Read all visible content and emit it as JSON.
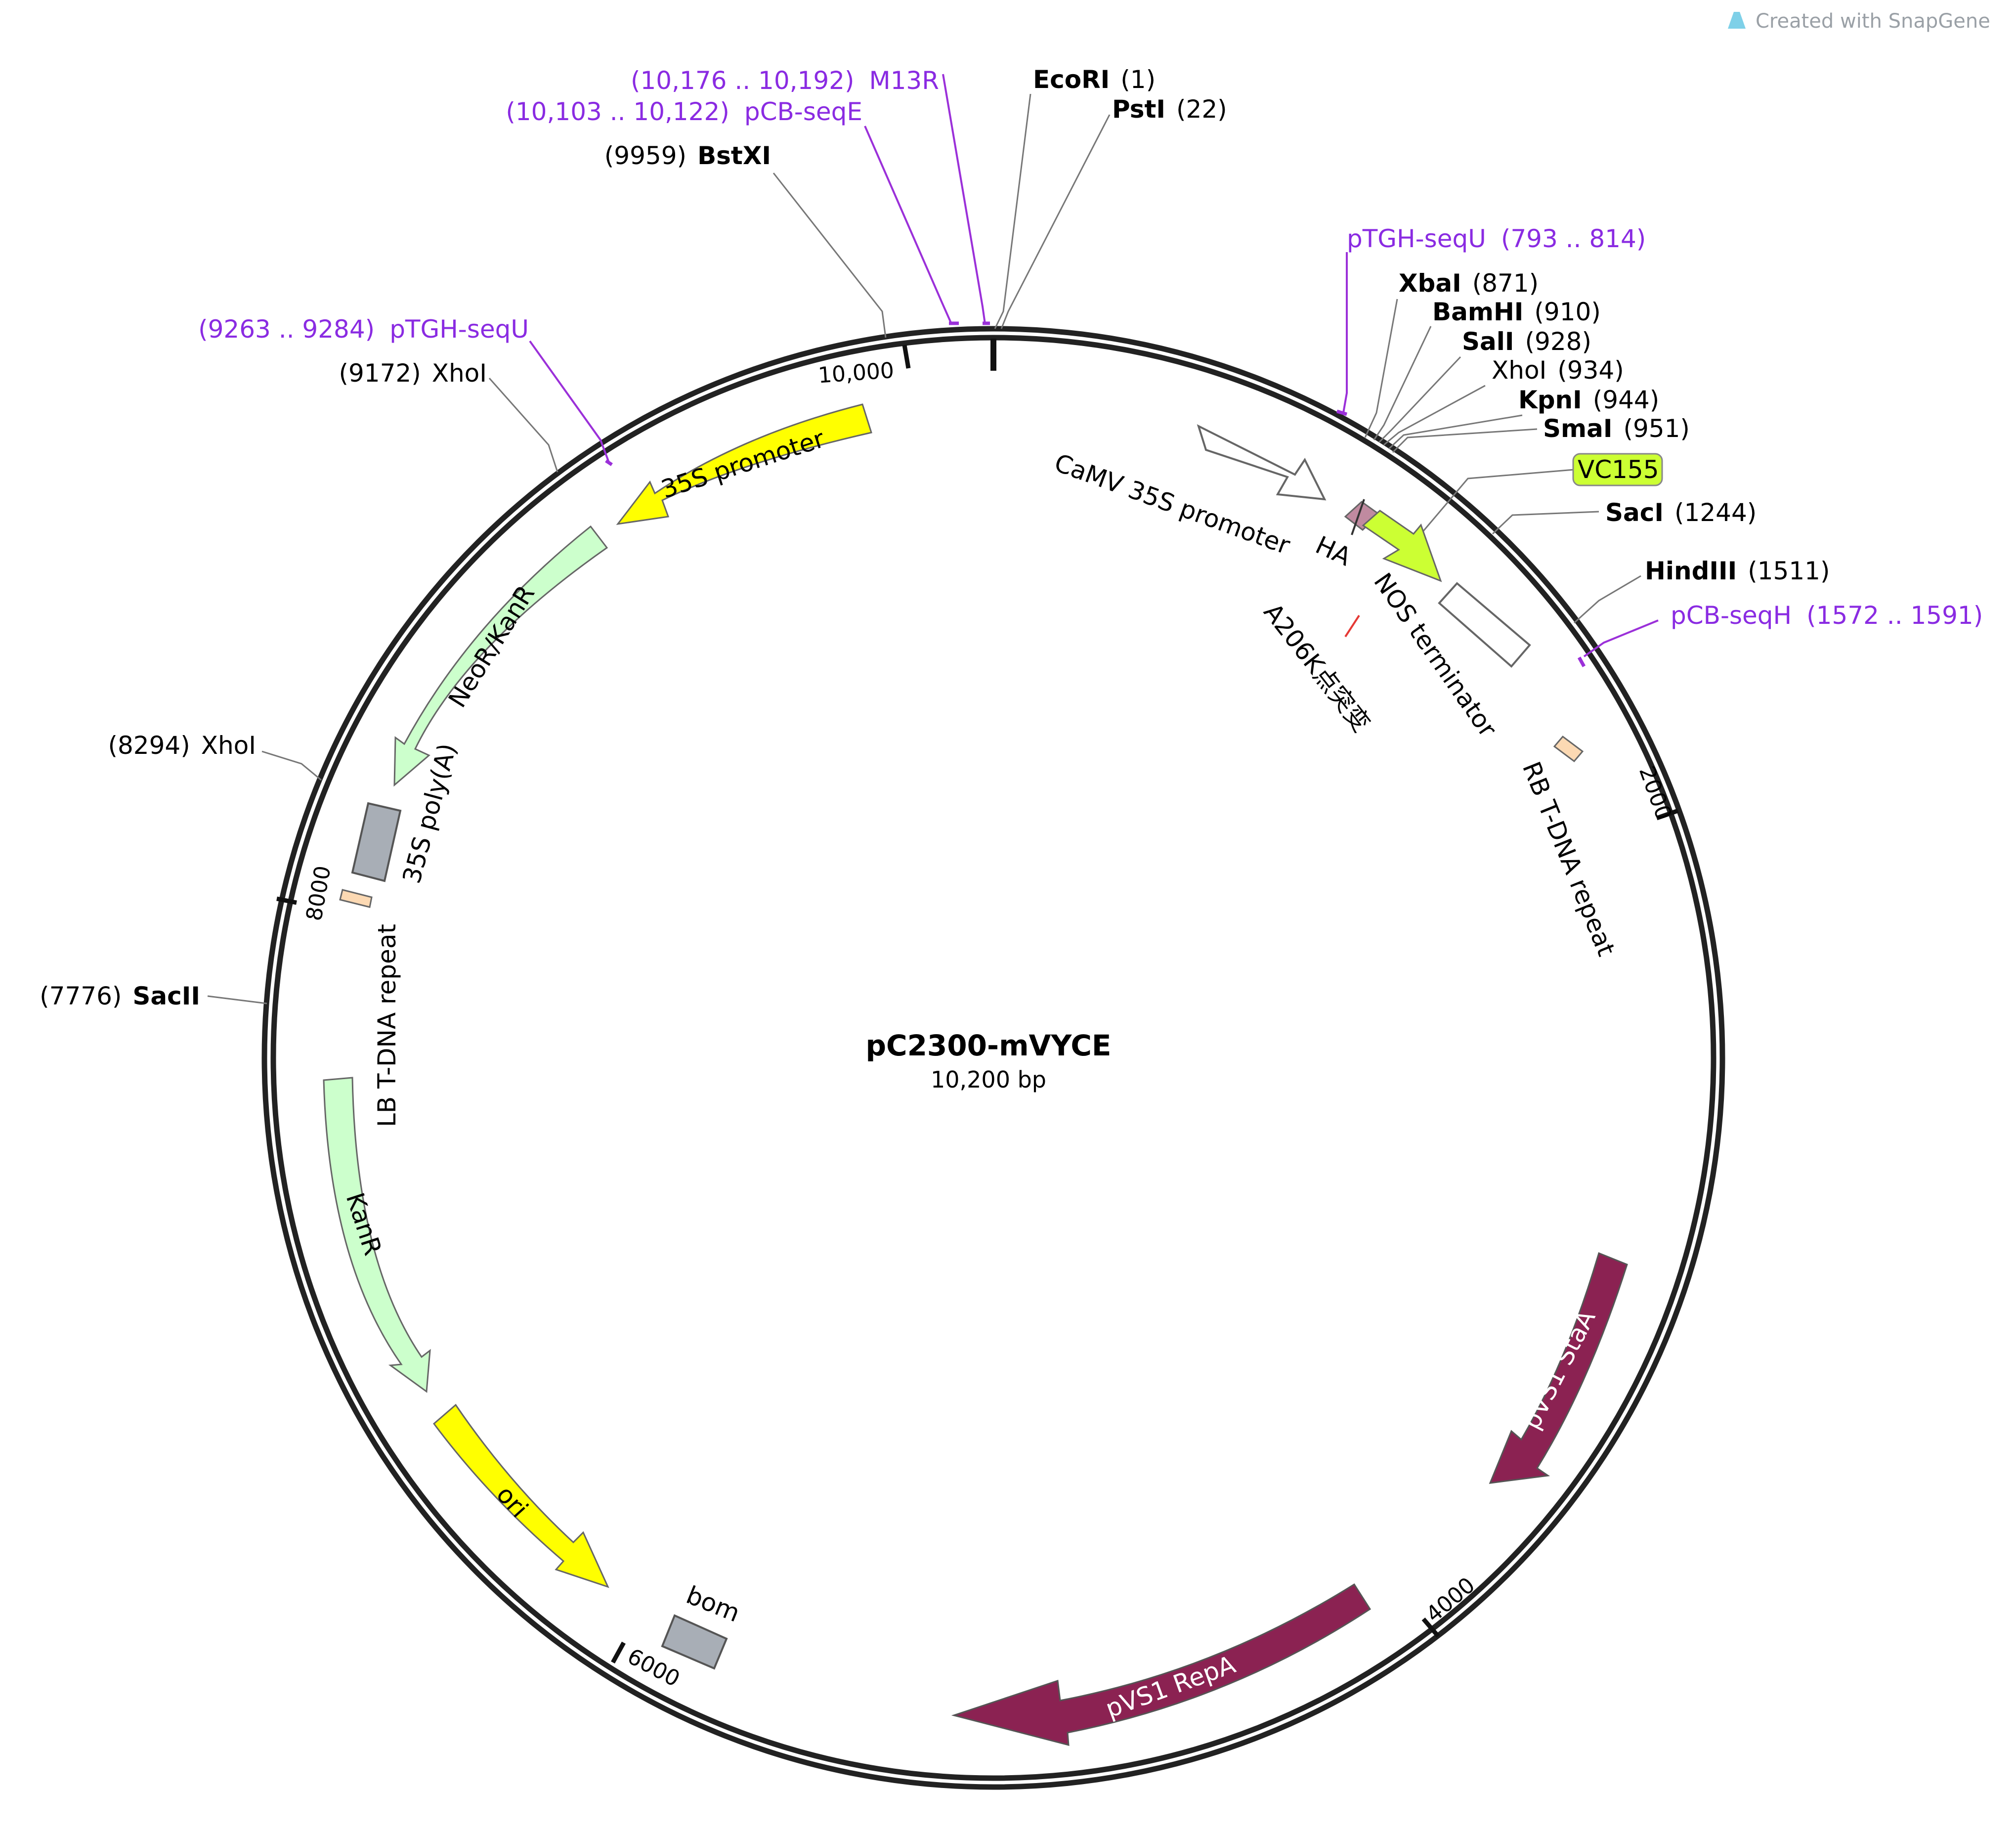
{
  "watermark": "Created with SnapGene",
  "plasmid": {
    "name": "pC2300-mVYCE",
    "size_label": "10,200 bp"
  },
  "colors": {
    "yellow": "#ffff00",
    "light_green": "#ccffcc",
    "lime": "#ccff33",
    "maroon": "#8b2252",
    "gray": "#a8aeb6",
    "peach": "#fcd9b3",
    "primer": "#9b30d9",
    "mauve": "#c08aa0"
  },
  "ticks": [
    "10,000",
    "2000",
    "4000",
    "6000",
    "8000"
  ],
  "sites": [
    {
      "name": "EcoRI",
      "pos": "(1)"
    },
    {
      "name": "PstI",
      "pos": "(22)"
    },
    {
      "name": "BstXI",
      "pos": "(9959)"
    },
    {
      "name": "XbaI",
      "pos": "(871)"
    },
    {
      "name": "BamHI",
      "pos": "(910)"
    },
    {
      "name": "SalI",
      "pos": "(928)"
    },
    {
      "name": "XhoI",
      "pos": "(934)"
    },
    {
      "name": "KpnI",
      "pos": "(944)"
    },
    {
      "name": "SmaI",
      "pos": "(951)"
    },
    {
      "name": "SacI",
      "pos": "(1244)"
    },
    {
      "name": "HindIII",
      "pos": "(1511)"
    },
    {
      "name": "XhoI",
      "pos": "(9172)"
    },
    {
      "name": "XhoI",
      "pos": "(8294)"
    },
    {
      "name": "SacII",
      "pos": "(7776)"
    }
  ],
  "primers": [
    {
      "name": "M13R",
      "range": "(10,176 .. 10,192)"
    },
    {
      "name": "pCB-seqE",
      "range": "(10,103 .. 10,122)"
    },
    {
      "name": "pTGH-seqU",
      "range": "(793 .. 814)"
    },
    {
      "name": "pTGH-seqU",
      "range": "(9263 .. 9284)"
    },
    {
      "name": "pCB-seqH",
      "range": "(1572 .. 1591)"
    }
  ],
  "features": {
    "camv": "CaMV 35S promoter",
    "ha": "HA",
    "vc155": "VC155",
    "nos": "NOS terminator",
    "a206k": "A206K点突变",
    "rb": "RB T-DNA repeat",
    "promoter35s": "35S promoter",
    "neo": "NeoR/KanR",
    "polya": "35S poly(A)",
    "lb": "LB T-DNA repeat",
    "kanr": "KanR",
    "ori": "ori",
    "bom": "bom",
    "staa": "pVS1 StaA",
    "repa": "pVS1 RepA"
  }
}
